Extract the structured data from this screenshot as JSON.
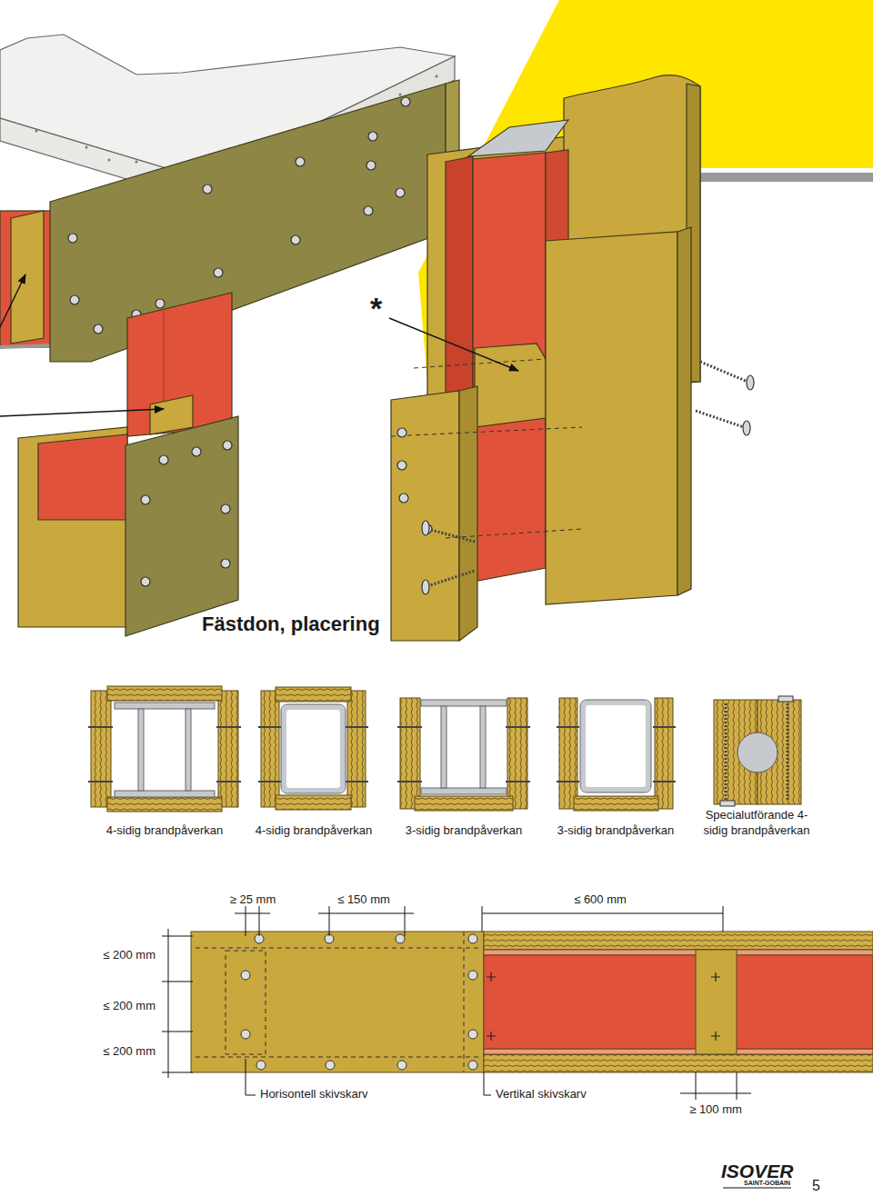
{
  "diagram": {
    "title": "Fästdon, placering",
    "labels": [
      "*",
      "4-sidig brandpåverkan",
      "4-sidig brandpåverkan",
      "3-sidig brandpåverkan",
      "3-sidig brandpåverkan",
      "Specialutförande 4-sidig brandpåverkan",
      "≥ 25 mm",
      "≤ 150 mm",
      "≤ 600 mm",
      "≤ 200 mm",
      "≤ 200 mm",
      "≤ 200 mm",
      "Horisontell skivskarv",
      "Vertikal skivskarv",
      "≥ 100 mm",
      "ISOVER",
      "SAINT-GOBAIN",
      "5"
    ]
  }
}
